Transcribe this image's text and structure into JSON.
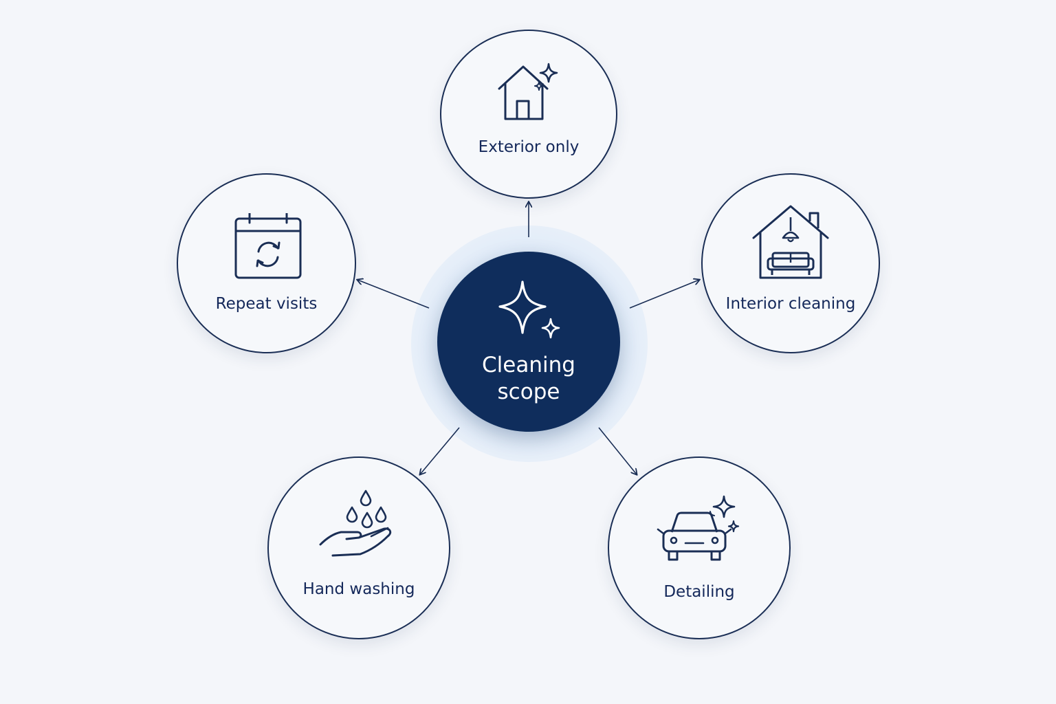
{
  "center": {
    "label": "Cleaning\nscope",
    "icon": "sparkle-icon"
  },
  "nodes": {
    "exterior": {
      "label": "Exterior only",
      "icon": "house-sparkle-icon"
    },
    "interior": {
      "label": "Interior cleaning",
      "icon": "house-sofa-icon"
    },
    "repeat": {
      "label": "Repeat visits",
      "icon": "calendar-refresh-icon"
    },
    "hand_washing": {
      "label": "Hand washing",
      "icon": "hand-water-drops-icon"
    },
    "detailing": {
      "label": "Detailing",
      "icon": "car-sparkle-icon"
    }
  },
  "colors": {
    "background": "#f4f6fa",
    "center_fill": "#0f2d5c",
    "outline": "#1a2e55",
    "glow": "#cfe2f6"
  }
}
